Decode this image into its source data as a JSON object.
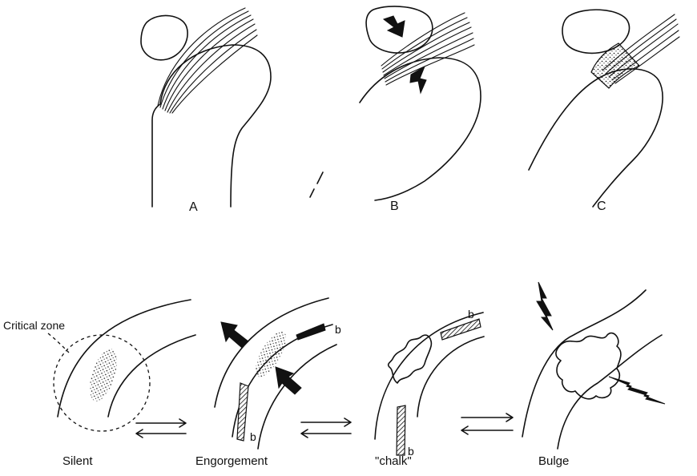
{
  "top_panels": [
    {
      "label": "A"
    },
    {
      "label": "B"
    },
    {
      "label": "C"
    }
  ],
  "critical_zone_label": "Critical zone",
  "stages": [
    {
      "label": "Silent"
    },
    {
      "label": "Engorgement"
    },
    {
      "label": "\"chalk\""
    },
    {
      "label": "Bulge"
    }
  ],
  "b_marker": "b",
  "colors": {
    "ink": "#111111",
    "background": "#ffffff"
  }
}
